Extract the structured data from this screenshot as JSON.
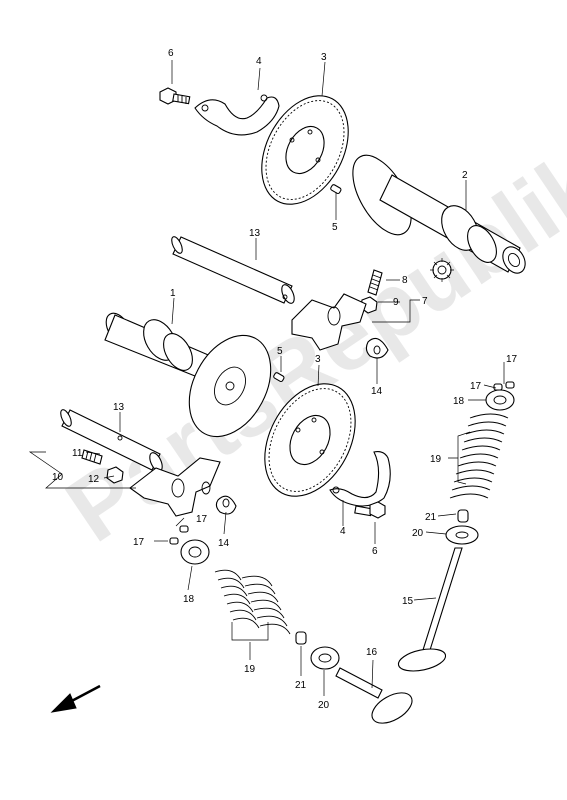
{
  "watermark": {
    "text": "PartsRepublik"
  },
  "part_labels": [
    {
      "id": "lbl-6-top",
      "text": "6"
    },
    {
      "id": "lbl-4-top",
      "text": "4"
    },
    {
      "id": "lbl-3-top",
      "text": "3"
    },
    {
      "id": "lbl-2",
      "text": "2"
    },
    {
      "id": "lbl-5-top",
      "text": "5"
    },
    {
      "id": "lbl-13-top",
      "text": "13"
    },
    {
      "id": "lbl-8",
      "text": "8"
    },
    {
      "id": "lbl-9",
      "text": "9"
    },
    {
      "id": "lbl-7",
      "text": "7"
    },
    {
      "id": "lbl-1",
      "text": "1"
    },
    {
      "id": "lbl-5-mid",
      "text": "5"
    },
    {
      "id": "lbl-3-mid",
      "text": "3"
    },
    {
      "id": "lbl-14-right",
      "text": "14"
    },
    {
      "id": "lbl-17-right-a",
      "text": "17"
    },
    {
      "id": "lbl-17-right-b",
      "text": "17"
    },
    {
      "id": "lbl-18-right",
      "text": "18"
    },
    {
      "id": "lbl-13-mid",
      "text": "13"
    },
    {
      "id": "lbl-11",
      "text": "11"
    },
    {
      "id": "lbl-10",
      "text": "10"
    },
    {
      "id": "lbl-12",
      "text": "12"
    },
    {
      "id": "lbl-19-right",
      "text": "19"
    },
    {
      "id": "lbl-17-left-a",
      "text": "17"
    },
    {
      "id": "lbl-17-left-b",
      "text": "17"
    },
    {
      "id": "lbl-14-left",
      "text": "14"
    },
    {
      "id": "lbl-4-bottom",
      "text": "4"
    },
    {
      "id": "lbl-6-bottom",
      "text": "6"
    },
    {
      "id": "lbl-21-right",
      "text": "21"
    },
    {
      "id": "lbl-20-right",
      "text": "20"
    },
    {
      "id": "lbl-18-left",
      "text": "18"
    },
    {
      "id": "lbl-15",
      "text": "15"
    },
    {
      "id": "lbl-19-left",
      "text": "19"
    },
    {
      "id": "lbl-16",
      "text": "16"
    },
    {
      "id": "lbl-21-left",
      "text": "21"
    },
    {
      "id": "lbl-20-left",
      "text": "20"
    }
  ],
  "icons": {
    "orientation": "front-direction-arrow-icon",
    "gear_symbol": "gear-icon"
  }
}
